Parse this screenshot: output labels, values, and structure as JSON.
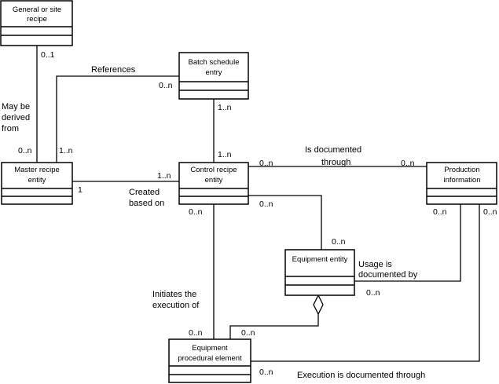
{
  "colors": {
    "line": "#000000",
    "background": "#ffffff"
  },
  "classes": {
    "general_recipe": [
      "General or site",
      "recipe"
    ],
    "batch_schedule": [
      "Batch schedule",
      "entry"
    ],
    "master_recipe": [
      "Master recipe",
      "entity"
    ],
    "control_recipe": [
      "Control recipe",
      "entity"
    ],
    "production_info": [
      "Production",
      "information"
    ],
    "equipment_entity": [
      "Equipment entity"
    ],
    "equipment_procedural": [
      "Equipment",
      "procedural element"
    ]
  },
  "labels": {
    "may_be_derived_from": [
      "May be",
      "derived",
      "from"
    ],
    "references": "References",
    "created_based_on": [
      "Created",
      "based on"
    ],
    "is_documented_through": [
      "Is documented",
      "through"
    ],
    "usage_documented_by": [
      "Usage is",
      "documented by"
    ],
    "initiates_execution": [
      "Initiates the",
      "execution of"
    ],
    "execution_documented": "Execution is documented through"
  },
  "multiplicities": {
    "general_master": "0..1",
    "master_general": "0..n",
    "master_batch": "1..n",
    "batch_master": "0..n",
    "batch_control": "1..n",
    "control_batch": "1..n",
    "master_control": "1",
    "control_master": "1..n",
    "control_production": "0..n",
    "production_control": "0..n",
    "control_equipment": "0..n",
    "equipment_control": "0..n",
    "control_procedural": "0..n",
    "procedural_equipment": "0..n",
    "procedural_control": "0..n",
    "production_equipment": "0..n",
    "equipment_production": "0..n",
    "production_procedural": "0..n",
    "procedural_production": "0..n"
  }
}
